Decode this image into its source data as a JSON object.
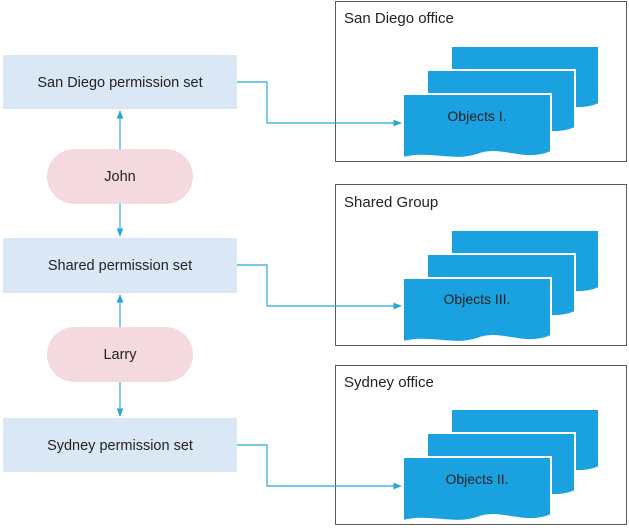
{
  "permission_sets": {
    "san_diego": "San Diego permission set",
    "shared": "Shared permission set",
    "sydney": "Sydney permission set"
  },
  "users": {
    "john": "John",
    "larry": "Larry"
  },
  "groups": {
    "san_diego": {
      "title": "San Diego office",
      "objects": "Objects I."
    },
    "shared": {
      "title": "Shared Group",
      "objects": "Objects III."
    },
    "sydney": {
      "title": "Sydney office",
      "objects": "Objects II."
    }
  },
  "colors": {
    "permission_fill": "#dae8f6",
    "user_fill": "#f4d9df",
    "object_fill": "#1aa1e0",
    "object_stroke": "#ffffff",
    "connector": "#2aa6d9",
    "group_border": "#595959",
    "text": "#222222"
  }
}
